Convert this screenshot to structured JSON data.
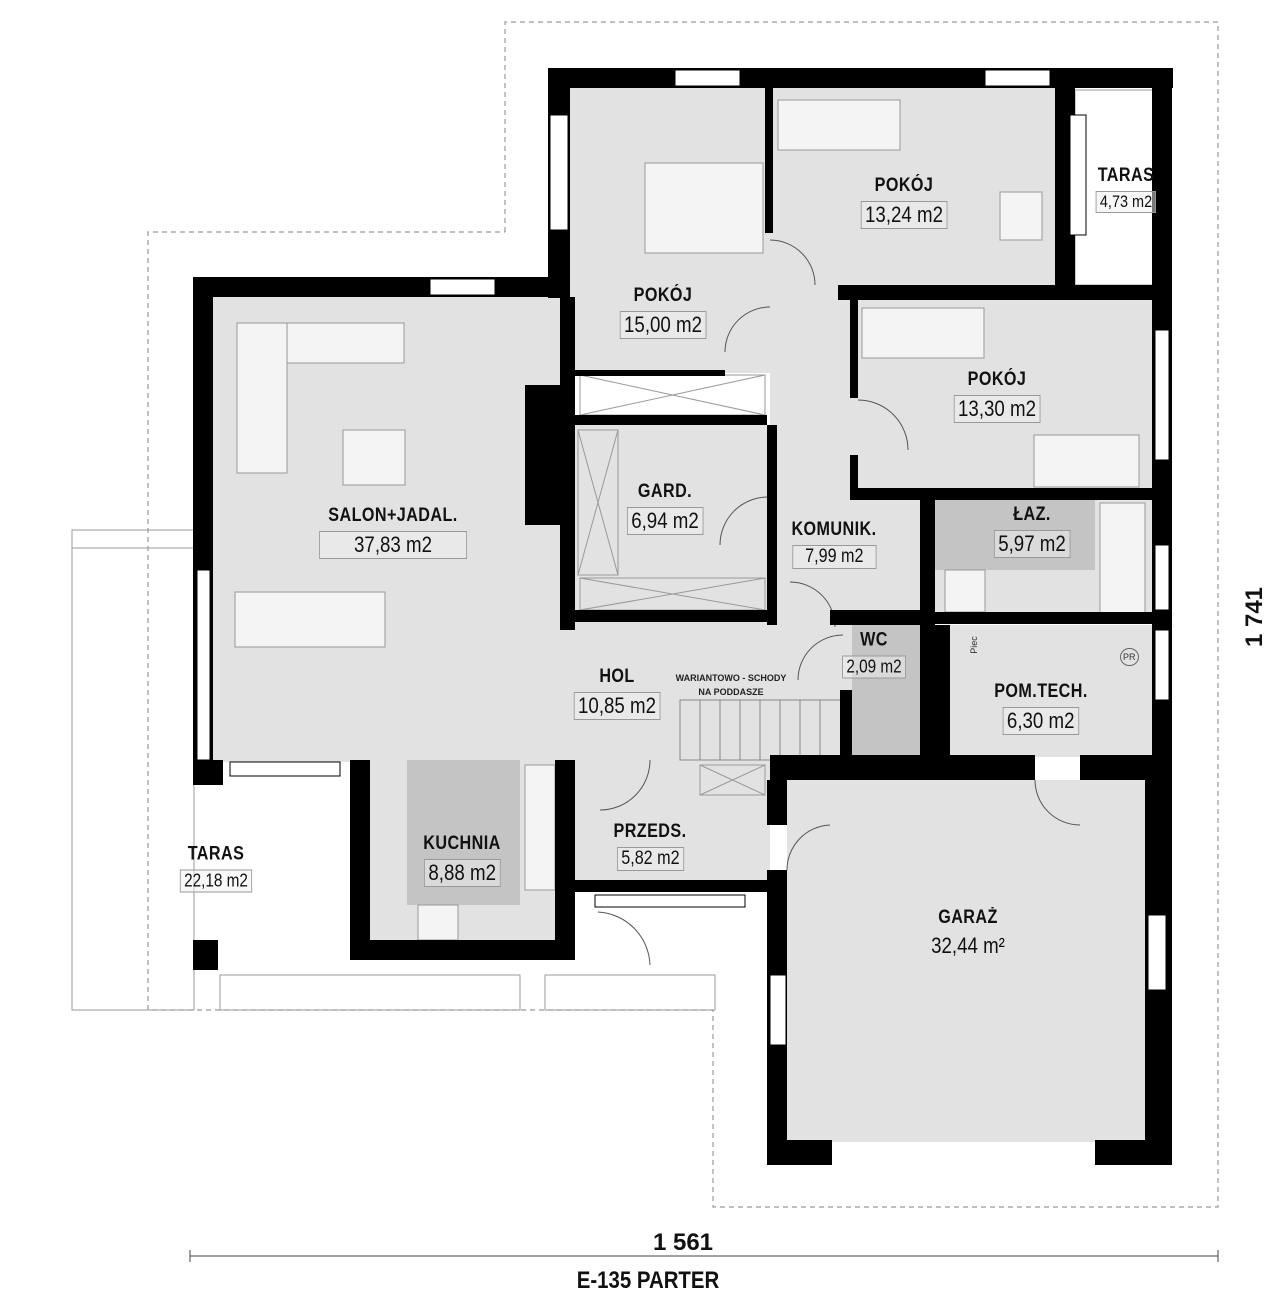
{
  "plan_title": "E-135 PARTER",
  "dimensions": {
    "width": "1 561",
    "height": "1 741"
  },
  "stairs_note": {
    "line1": "WARIANTOWO - SCHODY",
    "line2": "NA PODDASZE"
  },
  "equipment": {
    "boiler": "Piec",
    "washer": "PR"
  },
  "rooms": [
    {
      "name": "POKÓJ",
      "area": "15,00 m2"
    },
    {
      "name": "POKÓJ",
      "area": "13,24 m2"
    },
    {
      "name": "TARAS",
      "area": "4,73 m2"
    },
    {
      "name": "POKÓJ",
      "area": "13,30 m2"
    },
    {
      "name": "SALON+JADAL.",
      "area": "37,83 m2"
    },
    {
      "name": "GARD.",
      "area": "6,94 m2"
    },
    {
      "name": "KOMUNIK.",
      "area": "7,99 m2"
    },
    {
      "name": "ŁAZ.",
      "area": "5,97 m2"
    },
    {
      "name": "WC",
      "area": "2,09 m2"
    },
    {
      "name": "HOL",
      "area": "10,85 m2"
    },
    {
      "name": "POM.TECH.",
      "area": "6,30 m2"
    },
    {
      "name": "KUCHNIA",
      "area": "8,88 m2"
    },
    {
      "name": "PRZEDS.",
      "area": "5,82 m2"
    },
    {
      "name": "TARAS",
      "area": "22,18 m2"
    },
    {
      "name": "GARAŻ",
      "area": "32,44 m²"
    }
  ],
  "colors": {
    "wall": "#000000",
    "floor": "#e2e2e2",
    "floor_dark": "#c4c4c4",
    "background": "#ffffff"
  }
}
